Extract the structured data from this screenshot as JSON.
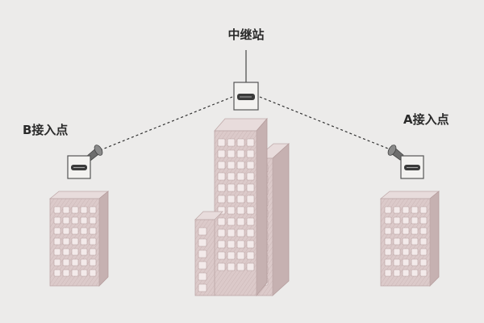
{
  "labels": {
    "relay_station": "中继站",
    "access_point_b": "B接入点",
    "access_point_a": "A接入点"
  },
  "colors": {
    "background": "#ecebea",
    "building_face": "#dccaca",
    "building_side": "#c6b1b1",
    "building_top": "#e8dcdc",
    "window": "#f3eaea",
    "device_outline": "#555555",
    "link_line": "#333333"
  },
  "icons": [
    "relay-device-icon",
    "antenna-icon",
    "access-point-device-icon",
    "building-icon"
  ],
  "links": [
    {
      "from": "access-point-b",
      "to": "relay-station",
      "style": "dashed"
    },
    {
      "from": "relay-station",
      "to": "access-point-a",
      "style": "dashed"
    }
  ]
}
